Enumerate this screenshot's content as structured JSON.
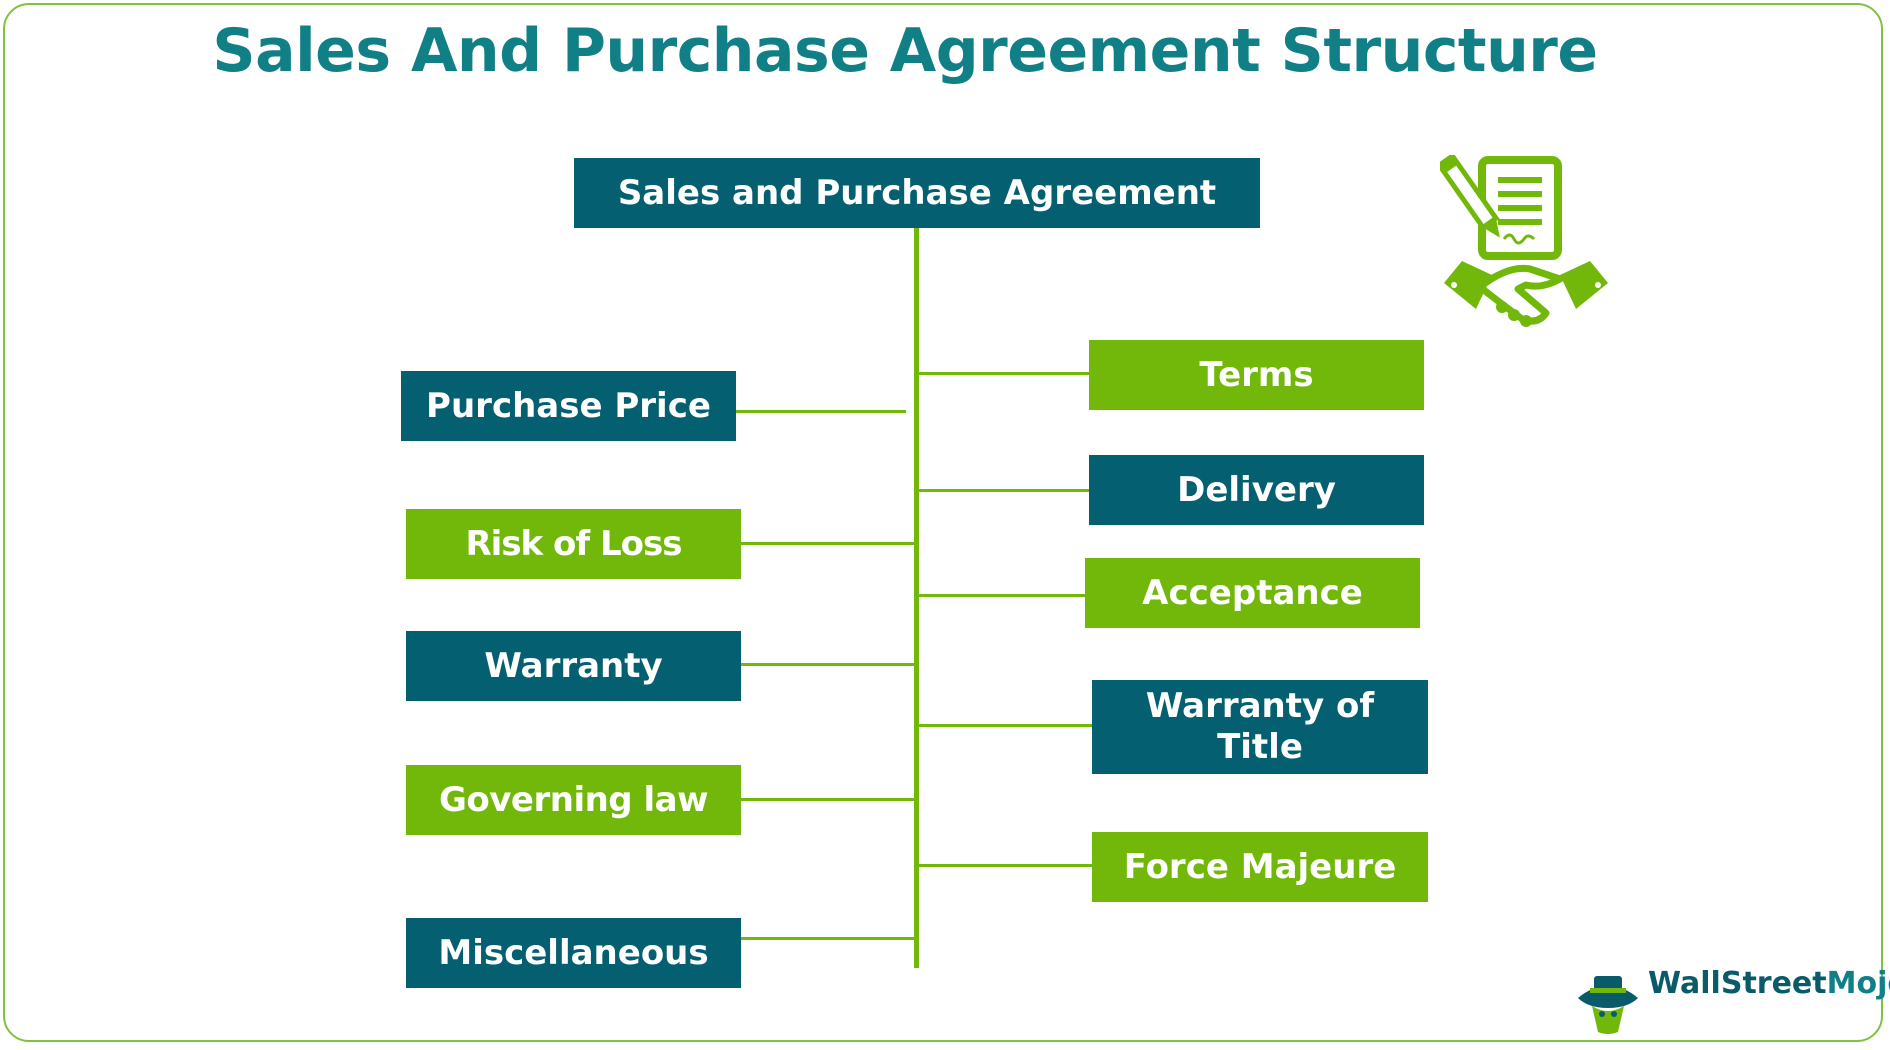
{
  "title": "Sales And Purchase Agreement Structure",
  "diagram": {
    "root": "Sales and Purchase Agreement",
    "left_branches": [
      "Purchase Price",
      "Risk of Loss",
      "Warranty",
      "Governing law",
      "Miscellaneous"
    ],
    "right_branches": [
      "Terms",
      "Delivery",
      "Acceptance",
      "Warranty of Title",
      "Force Majeure"
    ]
  },
  "brand": {
    "part1": "WallStreet",
    "part2": "Mojo"
  },
  "icons": [
    "contract-signing-icon",
    "wallstreetmojo-logo-icon"
  ],
  "colors": {
    "title": "#117f86",
    "teal_box": "#046070",
    "green_box": "#72b80a",
    "connector": "#72b80a",
    "border": "#7fc241"
  }
}
